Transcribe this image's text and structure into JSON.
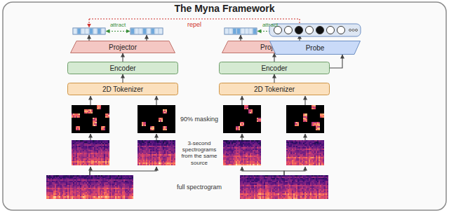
{
  "diagram": {
    "title": "The Myna Framework",
    "nodes": [
      {
        "text": [
          "Projector"
        ]
      },
      {
        "text": [
          "Projector"
        ]
      },
      {
        "text": [
          "Probe"
        ]
      },
      {
        "text": [
          "Encoder"
        ]
      },
      {
        "text": [
          "Encoder"
        ]
      },
      {
        "text": [
          "2D Tokenizer"
        ]
      },
      {
        "text": [
          "2D Tokenizer"
        ]
      }
    ],
    "edges": [
      {
        "from": 5,
        "to": 3,
        "arrow": "to"
      },
      {
        "from": 3,
        "to": 0,
        "arrow": "to"
      },
      {
        "from": 6,
        "to": 4,
        "arrow": "to"
      },
      {
        "from": 4,
        "to": 1,
        "arrow": "to"
      },
      {
        "from": 4,
        "to": 2,
        "arrow": "to"
      }
    ],
    "labels": [
      "repel",
      "attract",
      "attract",
      "90% masking",
      "3-second spectrograms from the same source",
      "full spectrogram"
    ]
  }
}
